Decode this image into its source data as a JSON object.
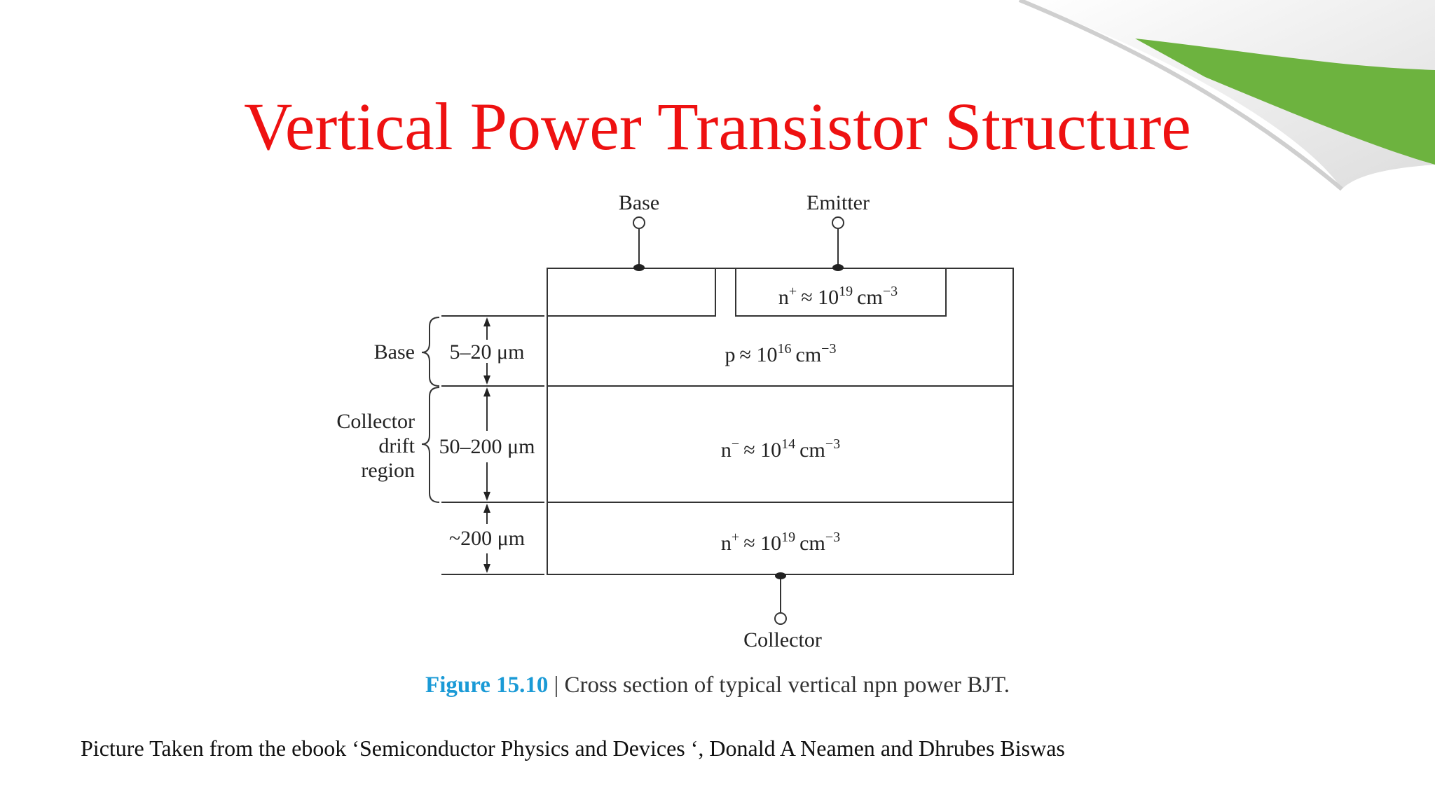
{
  "slide": {
    "title": "Vertical Power Transistor Structure",
    "title_color": "#ee1111",
    "accent_color": "#6db33f"
  },
  "diagram": {
    "terminals": {
      "base": "Base",
      "emitter": "Emitter",
      "collector": "Collector"
    },
    "regions": {
      "emitter": {
        "label": "n",
        "sup": "+",
        "rel": "≈ 10",
        "exp": "19",
        "unit": "cm",
        "unit_exp": "−3"
      },
      "base": {
        "label": "p",
        "sup": "",
        "rel": "≈ 10",
        "exp": "16",
        "unit": "cm",
        "unit_exp": "−3"
      },
      "drift": {
        "label": "n",
        "sup": "−",
        "rel": "≈ 10",
        "exp": "14",
        "unit": "cm",
        "unit_exp": "−3"
      },
      "substrate": {
        "label": "n",
        "sup": "+",
        "rel": "≈ 10",
        "exp": "19",
        "unit": "cm",
        "unit_exp": "−3"
      }
    },
    "dimensions": {
      "base": {
        "name": "Base",
        "size": "5–20 μm"
      },
      "drift": {
        "name_lines": [
          "Collector",
          "drift",
          "region"
        ],
        "size": "50–200 μm"
      },
      "substrate": {
        "size": "~200 μm"
      }
    }
  },
  "caption": {
    "figure": "Figure 15.10",
    "separator": "|",
    "text": "Cross section of typical vertical npn power BJT.",
    "figure_color": "#1a9ad6"
  },
  "credit": "Picture Taken from  the ebook  ‘Semiconductor Physics and Devices ‘, Donald A Neamen and Dhrubes Biswas"
}
